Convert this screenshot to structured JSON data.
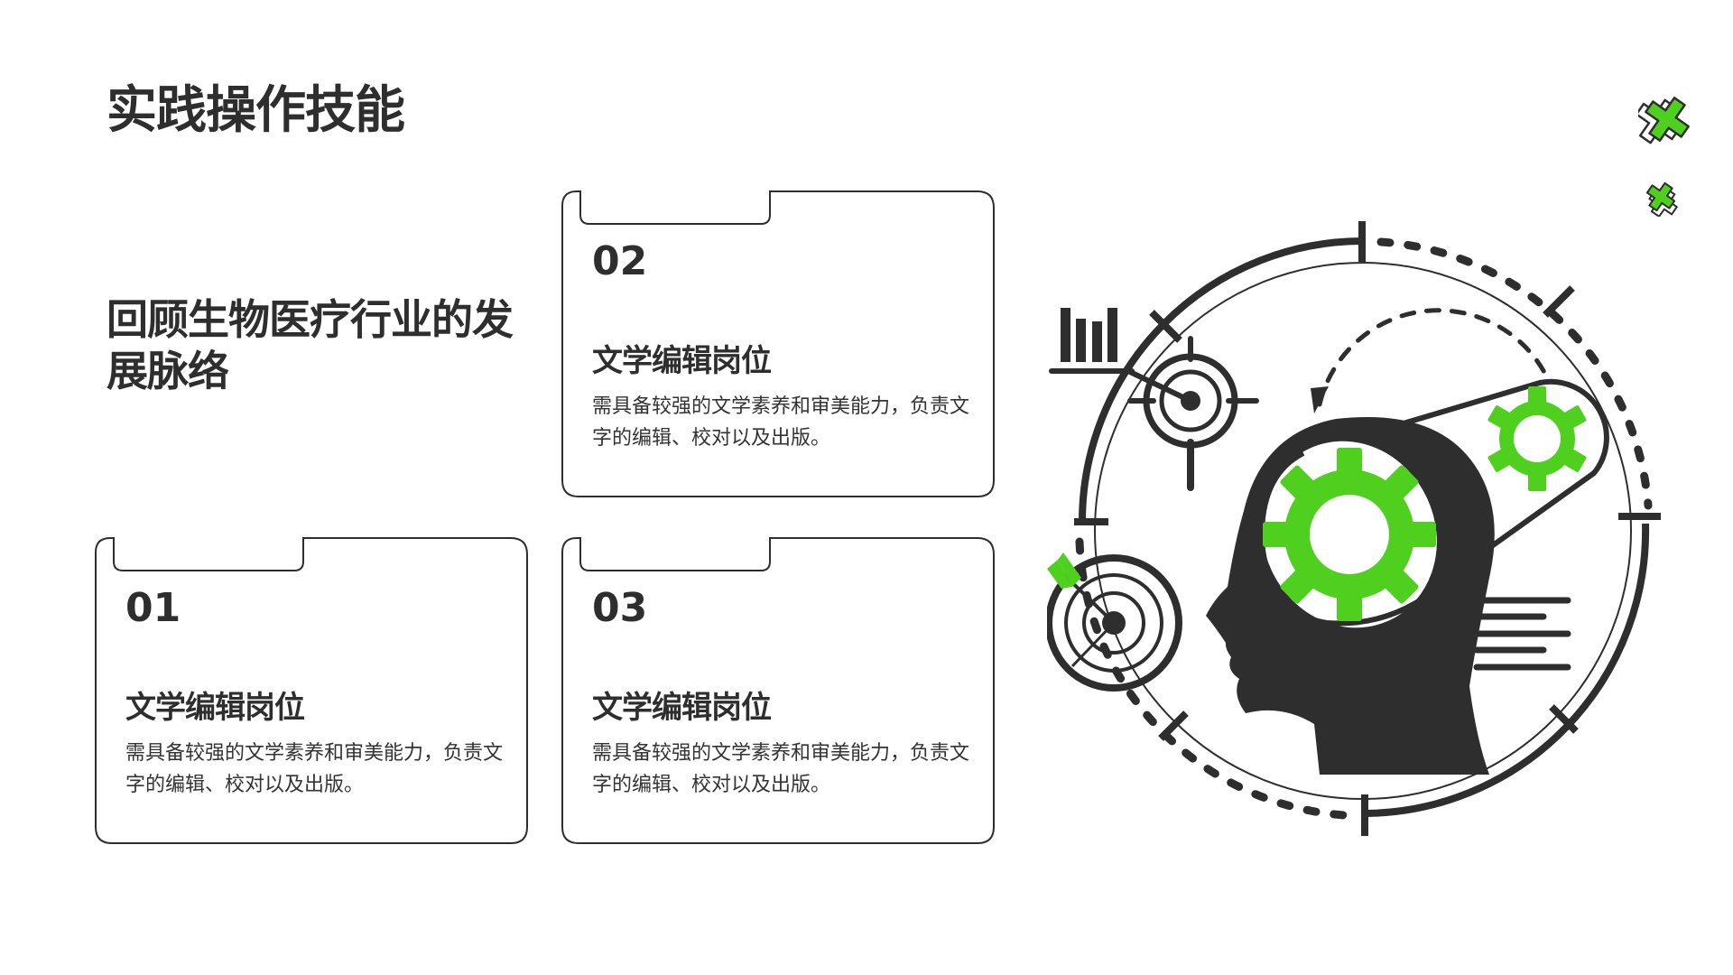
{
  "slide": {
    "title": "实践操作技能",
    "subtitle": "回顾生物医疗行业的发展脉络"
  },
  "cards": [
    {
      "number": "01",
      "heading": "文学编辑岗位",
      "description": "需具备较强的文学素养和审美能力，负责文字的编辑、校对以及出版。"
    },
    {
      "number": "02",
      "heading": "文学编辑岗位",
      "description": "需具备较强的文学素养和审美能力，负责文字的编辑、校对以及出版。"
    },
    {
      "number": "03",
      "heading": "文学编辑岗位",
      "description": "需具备较强的文学素养和审美能力，负责文字的编辑、校对以及出版。"
    }
  ],
  "illustration": {
    "name": "head-with-gears-icon",
    "elements": [
      "bar-chart-icon",
      "crosshair-icon",
      "dartboard-icon",
      "gear-icon",
      "text-lines-icon"
    ]
  },
  "decorations": [
    "cross-icon",
    "cross-icon"
  ],
  "colors": {
    "accent": "#4fd01f",
    "dark": "#2e2e2e",
    "background": "#ffffff"
  }
}
